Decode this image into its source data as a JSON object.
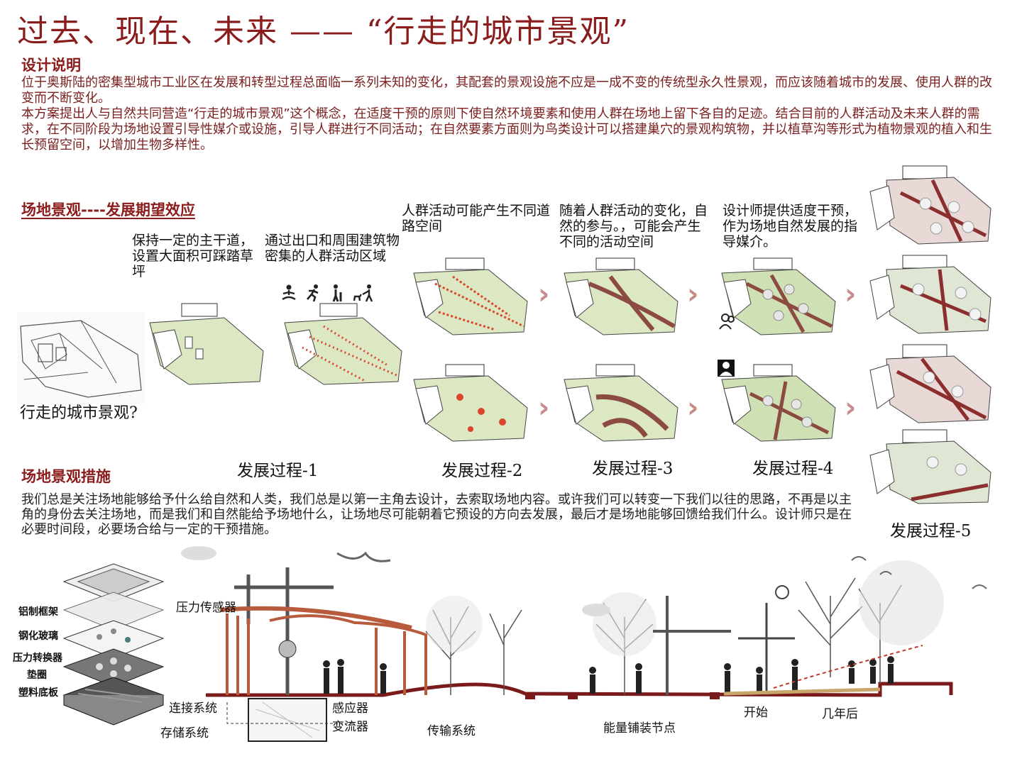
{
  "header": {
    "title": "过去、现在、未来 —— “行走的城市景观”"
  },
  "design_notes": {
    "heading": "设计说明",
    "para1": "位于奥斯陆的密集型城市工业区在发展和转型过程总面临一系列未知的变化，其配套的景观设施不应是一成不变的传统型永久性景观，而应该随着城市的发展、使用人群的改变而不断变化。",
    "para2": "本方案提出人与自然共同营造“行走的城市景观”这个概念，在适度干预的原则下使自然环境要素和使用人群在场地上留下各自的足迹。结合目前的人群活动及未来人群的需求，在不同阶段为场地设置引导性媒介或设施，引导人群进行不同活动；在自然要素方面则为鸟类设计可以搭建巢穴的景观构筑物，并以植草沟等形式为植物景观的植入和生长预留空间，以增加生物多样性。"
  },
  "site_development": {
    "heading": "场地景观----发展期望效应",
    "question": "行走的城市景观?",
    "notes": [
      "保持一定的主干道，设置大面积可踩踏草坪",
      "通过出口和周围建筑物密集的人群活动区域",
      "人群活动可能产生不同道路空间",
      "随着人群活动的变化，自然的参与。，可能会产生不同的活动空间",
      "设计师提供适度干预，作为场地自然发展的指导媒介。"
    ],
    "activity_icons": [
      "meditate-icon",
      "run-icon",
      "elderly-icon",
      "dog-walk-icon"
    ],
    "stages": [
      "发展过程-1",
      "发展过程-2",
      "发展过程-3",
      "发展过程-4",
      "发展过程-5"
    ],
    "arrow_icon": "chevron-right-icon",
    "colors": {
      "lawn": "#dbe8c3",
      "path_red": "#d9462c",
      "accent": "#8a1c1c",
      "arrow": "#c98a8a",
      "sediment": "#8b4a42"
    }
  },
  "measures": {
    "heading": "场地景观措施",
    "para": "我们总是关注场地能够给予什么给自然和人类，我们总是以第一主角去设计，去索取场地内容。或许我们可以转变一下我们以往的思路，不再是以主角的身份去关注场地，而是我们和自然能给予场地什么，让场地尽可能朝着它预设的方向去发展，最后才是场地能够回馈给我们什么。设计师只是在必要时间段，必要场合给与一定的干预措施。"
  },
  "exploded_labels": [
    "铝制框架",
    "钢化玻璃",
    "压力转换器",
    "垫圈",
    "塑料底板"
  ],
  "section_labels": {
    "pressure_sensor": "压力传感器",
    "connect": "连接系统",
    "storage": "存储系统",
    "sensor": "感应器",
    "inverter": "变流器",
    "transmission": "传输系统",
    "energy_node": "能量铺装节点",
    "start": "开始",
    "years_later": "几年后"
  }
}
